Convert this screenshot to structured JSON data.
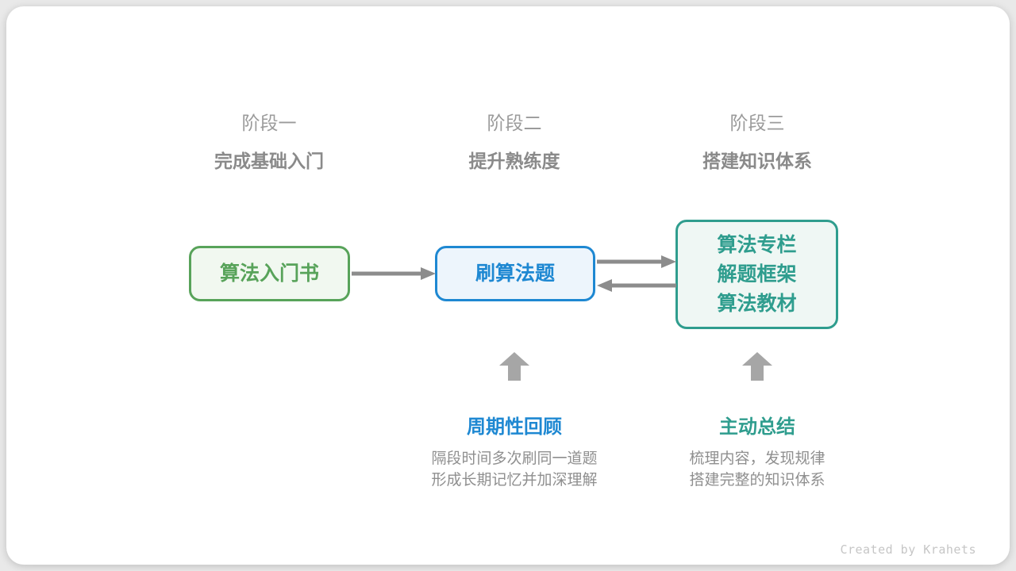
{
  "colors": {
    "green": "#58a35a",
    "blue": "#1e88d2",
    "teal": "#2f9d8e",
    "arrow_gray": "#8c8c8c",
    "block_arrow_gray": "#a6a6a6",
    "stage_label_gray": "#9b9b9b",
    "subtitle_gray": "#8a8a8a",
    "desc_gray": "#8f8f8f",
    "credit_gray": "#c6c6c6"
  },
  "stages": [
    {
      "label": "阶段一",
      "subtitle": "完成基础入门"
    },
    {
      "label": "阶段二",
      "subtitle": "提升熟练度"
    },
    {
      "label": "阶段三",
      "subtitle": "搭建知识体系"
    }
  ],
  "nodes": {
    "stage1_box": {
      "lines": [
        "算法入门书"
      ]
    },
    "stage2_box": {
      "lines": [
        "刷算法题"
      ]
    },
    "stage3_box": {
      "lines": [
        "算法专栏",
        "解题框架",
        "算法教材"
      ]
    }
  },
  "annotations": [
    {
      "title": "周期性回顾",
      "desc_line1": "隔段时间多次刷同一道题",
      "desc_line2": "形成长期记忆并加深理解"
    },
    {
      "title": "主动总结",
      "desc_line1": "梳理内容，发现规律",
      "desc_line2": "搭建完整的知识体系"
    }
  ],
  "credit": "Created by Krahets"
}
